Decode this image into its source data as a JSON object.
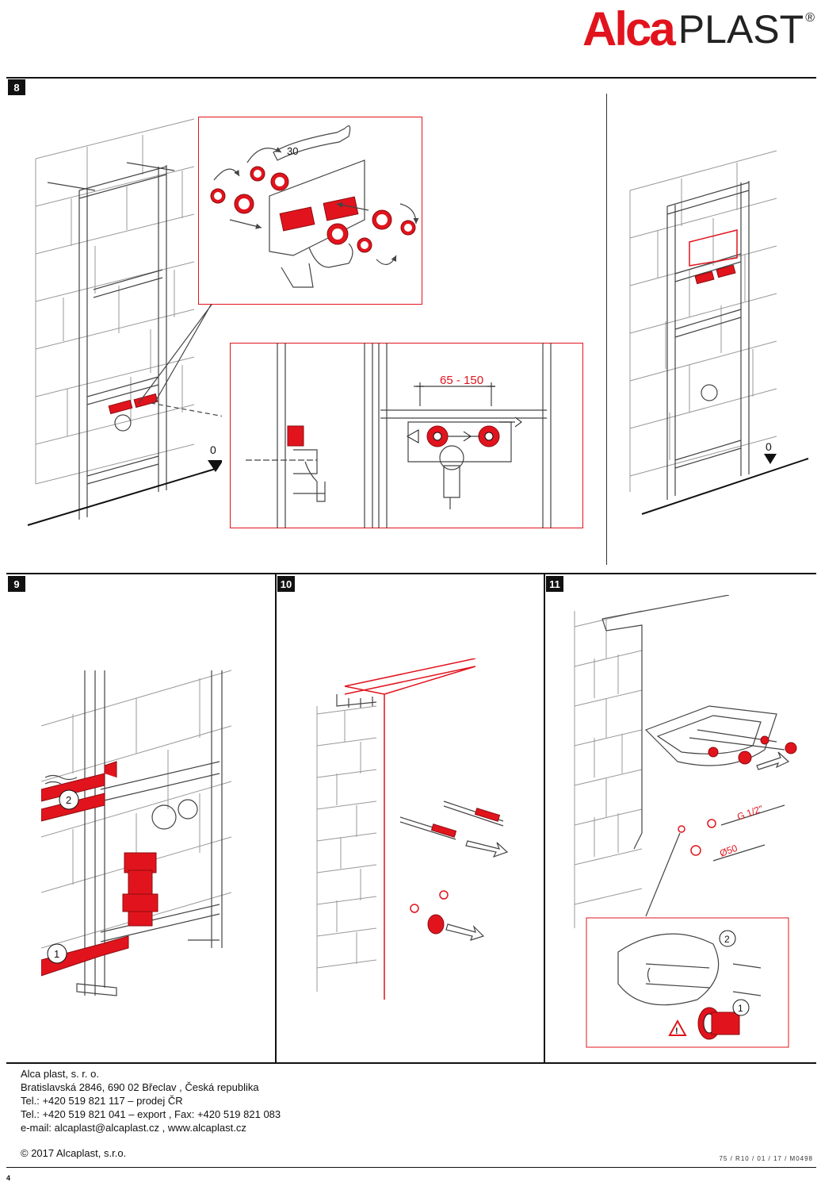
{
  "logo": {
    "alca": "Alca",
    "plast": "PLAST",
    "registered": "®"
  },
  "steps": [
    {
      "number": "8"
    },
    {
      "number": "9"
    },
    {
      "number": "10"
    },
    {
      "number": "11"
    }
  ],
  "step8": {
    "wrench_size": "30",
    "spacing_range": "65 - 150",
    "floor_zero_left": "0",
    "floor_zero_right": "0"
  },
  "step9": {
    "callout_1": "1",
    "callout_2": "2"
  },
  "step11": {
    "thread_label": "G 1/2\"",
    "diameter_label": "Ø50",
    "callout_1": "1",
    "callout_2": "2"
  },
  "footer": {
    "company": "Alca plast, s. r. o.",
    "address": "Bratislavská 2846, 690 02 Břeclav , Česká republika",
    "tel_domestic": "Tel.: +420 519 821 117 – prodej ČR",
    "tel_export": "Tel.: +420 519 821 041 – export , Fax: +420 519 821 083",
    "email": "e-mail: alcaplast@alcaplast.cz , www.alcaplast.cz",
    "copyright": "© 2017 Alcaplast, s.r.o.",
    "doc_code": "75 / R10 / 01 / 17 / M0498",
    "page_number": "4"
  }
}
